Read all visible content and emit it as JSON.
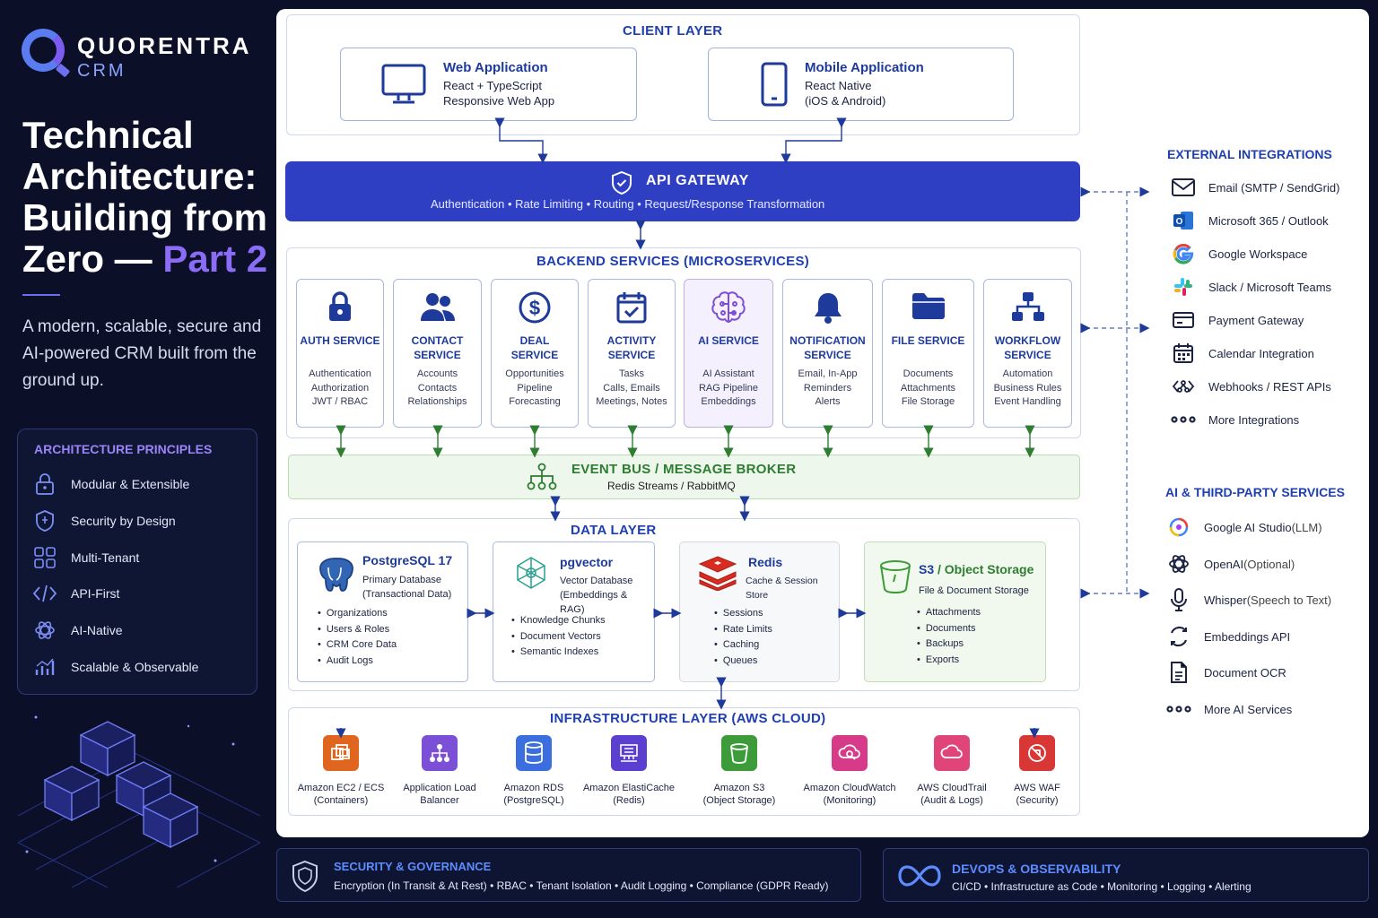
{
  "brand": {
    "name": "QUORENTRA",
    "sub": "CRM"
  },
  "hero": {
    "title_main": "Technical Architecture: Building from Zero —",
    "title_accent": "Part 2",
    "subtitle": "A modern, scalable, secure and AI-powered CRM built from the ground up."
  },
  "principles": {
    "title": "ARCHITECTURE PRINCIPLES",
    "items": [
      {
        "label": "Modular & Extensible",
        "icon": "lock-icon"
      },
      {
        "label": "Security by Design",
        "icon": "shield-icon"
      },
      {
        "label": "Multi-Tenant",
        "icon": "tenant-icon"
      },
      {
        "label": "API-First",
        "icon": "code-icon"
      },
      {
        "label": "AI-Native",
        "icon": "openai-icon"
      },
      {
        "label": "Scalable & Observable",
        "icon": "chart-icon"
      }
    ]
  },
  "client": {
    "title": "CLIENT LAYER",
    "web": {
      "title": "Web Application",
      "l1": "React + TypeScript",
      "l2": "Responsive Web App"
    },
    "mobile": {
      "title": "Mobile Application",
      "l1": "React Native",
      "l2": "(iOS & Android)"
    }
  },
  "gateway": {
    "title": "API GATEWAY",
    "items": "Authentication  •  Rate Limiting  •  Routing  •  Request/Response Transformation"
  },
  "backend": {
    "title": "BACKEND SERVICES (MICROSERVICES)",
    "services": [
      {
        "n1": "AUTH SERVICE",
        "n2": "",
        "lines": [
          "Authentication",
          "Authorization",
          "JWT / RBAC"
        ]
      },
      {
        "n1": "CONTACT",
        "n2": "SERVICE",
        "lines": [
          "Accounts",
          "Contacts",
          "Relationships"
        ]
      },
      {
        "n1": "DEAL",
        "n2": "SERVICE",
        "lines": [
          "Opportunities",
          "Pipeline",
          "Forecasting"
        ]
      },
      {
        "n1": "ACTIVITY",
        "n2": "SERVICE",
        "lines": [
          "Tasks",
          "Calls, Emails",
          "Meetings, Notes"
        ]
      },
      {
        "n1": "AI SERVICE",
        "n2": "",
        "lines": [
          "AI Assistant",
          "RAG Pipeline",
          "Embeddings"
        ]
      },
      {
        "n1": "NOTIFICATION",
        "n2": "SERVICE",
        "lines": [
          "Email, In-App",
          "Reminders",
          "Alerts"
        ]
      },
      {
        "n1": "FILE SERVICE",
        "n2": "",
        "lines": [
          "Documents",
          "Attachments",
          "File Storage"
        ]
      },
      {
        "n1": "WORKFLOW",
        "n2": "SERVICE",
        "lines": [
          "Automation",
          "Business Rules",
          "Event Handling"
        ]
      }
    ]
  },
  "bus": {
    "title": "EVENT BUS / MESSAGE BROKER",
    "sub": "Redis Streams / RabbitMQ"
  },
  "data": {
    "title": "DATA LAYER",
    "stores": [
      {
        "title": "PostgreSQL 17",
        "s1": "Primary Database",
        "s2": "(Transactional Data)",
        "items": [
          "Organizations",
          "Users & Roles",
          "CRM Core Data",
          "Audit Logs"
        ]
      },
      {
        "title": "pgvector",
        "s1": "Vector Database",
        "s2": "(Embeddings & RAG)",
        "items": [
          "Knowledge Chunks",
          "Document Vectors",
          "Semantic Indexes"
        ]
      },
      {
        "title": "Redis",
        "s1": "Cache & Session Store",
        "s2": "",
        "items": [
          "Sessions",
          "Rate Limits",
          "Caching",
          "Queues"
        ]
      },
      {
        "title": "S3 / Object Storage",
        "s1": "File & Document Storage",
        "s2": "",
        "items": [
          "Attachments",
          "Documents",
          "Backups",
          "Exports"
        ]
      }
    ]
  },
  "infra": {
    "title": "INFRASTRUCTURE LAYER (AWS CLOUD)",
    "items": [
      {
        "l1": "Amazon EC2 / ECS",
        "l2": "(Containers)",
        "color": "#e0661f"
      },
      {
        "l1": "Application Load",
        "l2": "Balancer",
        "color": "#7b4fd6"
      },
      {
        "l1": "Amazon RDS",
        "l2": "(PostgreSQL)",
        "color": "#3b6fe0"
      },
      {
        "l1": "Amazon ElastiCache",
        "l2": "(Redis)",
        "color": "#5a3fd0"
      },
      {
        "l1": "Amazon S3",
        "l2": "(Object Storage)",
        "color": "#3d9b3a"
      },
      {
        "l1": "Amazon CloudWatch",
        "l2": "(Monitoring)",
        "color": "#d83a8a"
      },
      {
        "l1": "AWS CloudTrail",
        "l2": "(Audit & Logs)",
        "color": "#e0457a"
      },
      {
        "l1": "AWS WAF",
        "l2": "(Security)",
        "color": "#d93636"
      }
    ]
  },
  "external": {
    "title": "EXTERNAL INTEGRATIONS",
    "items": [
      {
        "label": "Email (SMTP / SendGrid)",
        "icon": "mail-icon"
      },
      {
        "label": "Microsoft 365 / Outlook",
        "icon": "outlook-icon"
      },
      {
        "label": "Google Workspace",
        "icon": "google-icon"
      },
      {
        "label": "Slack / Microsoft Teams",
        "icon": "slack-icon"
      },
      {
        "label": "Payment Gateway",
        "icon": "card-icon"
      },
      {
        "label": "Calendar Integration",
        "icon": "calendar-icon"
      },
      {
        "label": "Webhooks / REST APIs",
        "icon": "webhook-icon"
      },
      {
        "label": "More Integrations",
        "icon": "more-icon"
      }
    ]
  },
  "ai_services": {
    "title": "AI & THIRD-PARTY SERVICES",
    "items": [
      {
        "label": "Google AI Studio",
        "opt": " (LLM)",
        "icon": "gemini-icon"
      },
      {
        "label": "OpenAI",
        "opt": " (Optional)",
        "icon": "openai-icon"
      },
      {
        "label": "Whisper",
        "opt": " (Speech to Text)",
        "icon": "mic-icon"
      },
      {
        "label": "Embeddings API",
        "opt": "",
        "icon": "embeddings-icon"
      },
      {
        "label": "Document OCR",
        "opt": "",
        "icon": "ocr-icon"
      },
      {
        "label": "More AI Services",
        "opt": "",
        "icon": "more-icon"
      }
    ]
  },
  "security": {
    "title": "SECURITY & GOVERNANCE",
    "items": "Encryption (In Transit & At Rest)  •  RBAC  •  Tenant Isolation  •  Audit Logging  •  Compliance (GDPR Ready)"
  },
  "devops": {
    "title": "DEVOPS & OBSERVABILITY",
    "items": "CI/CD  •  Infrastructure as Code  •  Monitoring  •  Logging  •  Alerting"
  },
  "colors": {
    "navy": "#0b1028",
    "primary": "#2f3fc4",
    "accent": "#8b6cf6",
    "green": "#2e7d32",
    "blue": "#1f3fb0"
  }
}
